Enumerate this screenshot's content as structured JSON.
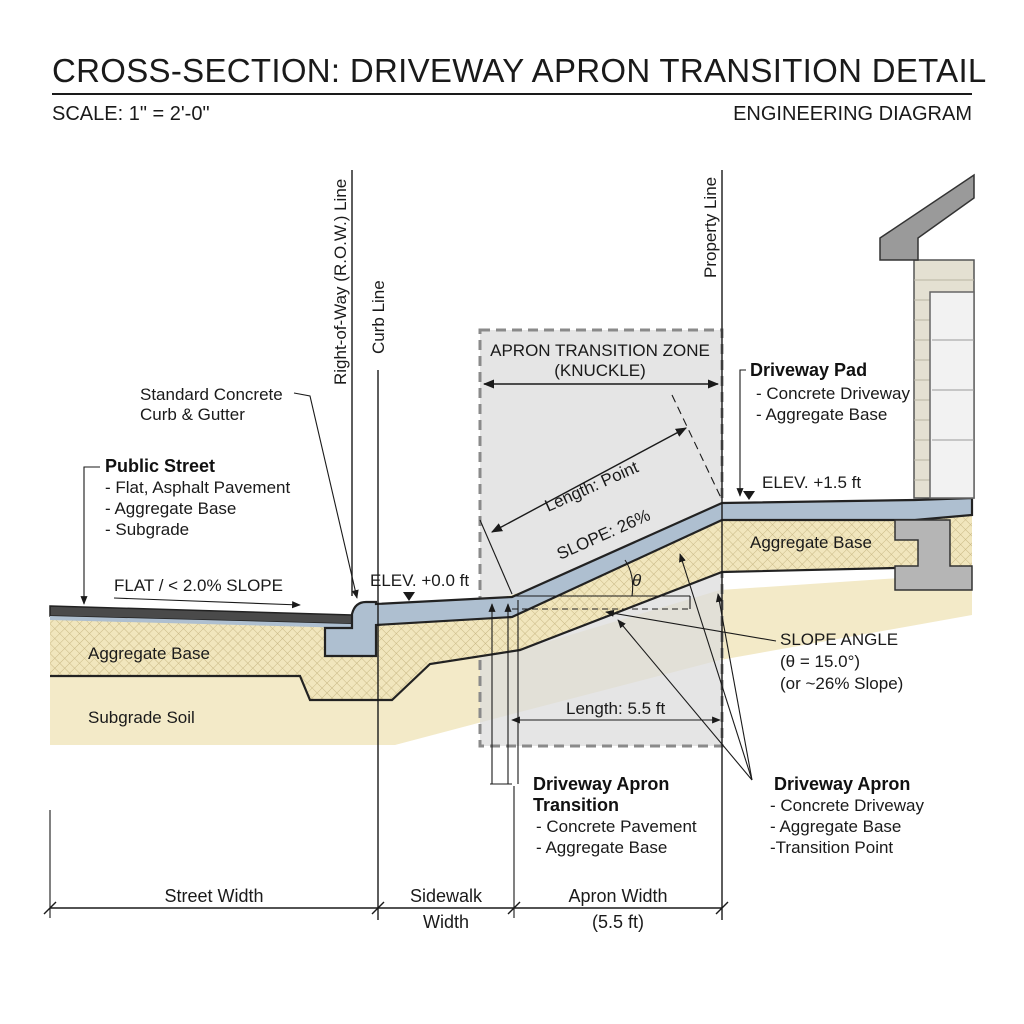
{
  "header": {
    "title": "CROSS-SECTION: DRIVEWAY APRON TRANSITION DETAIL",
    "scale": "SCALE: 1\" = 2'-0\"",
    "type_label": "ENGINEERING DIAGRAM"
  },
  "lines": {
    "row": "Right-of-Way (R.O.W.) Line",
    "curb": "Curb Line",
    "property": "Property Line"
  },
  "zone": {
    "line1": "APRON TRANSITION ZONE",
    "line2": "(KNUCKLE)"
  },
  "labels": {
    "curb_gutter_1": "Standard Concrete",
    "curb_gutter_2": "Curb & Gutter",
    "street_title": "Public Street",
    "street_items": [
      "- Flat, Asphalt Pavement",
      "- Aggregate Base",
      "- Subgrade"
    ],
    "flat_slope": "FLAT / < 2.0% SLOPE",
    "elev_0": "ELEV. +0.0 ft",
    "elev_15": "ELEV. +1.5 ft",
    "pad_title": "Driveway Pad",
    "pad_items": [
      "- Concrete Driveway",
      "- Aggregate Base"
    ],
    "length_point": "Length: Point",
    "slope_pct": "SLOPE: 26%",
    "theta": "θ",
    "aggregate_left": "Aggregate Base",
    "aggregate_right": "Aggregate Base",
    "subgrade": "Subgrade Soil",
    "slope_angle_1": "SLOPE ANGLE",
    "slope_angle_2": "(θ = 15.0°)",
    "slope_angle_3": "(or ~26% Slope)",
    "length_55": "Length: 5.5 ft",
    "transition_title_1": "Driveway Apron",
    "transition_title_2": "Transition",
    "transition_items": [
      "- Concrete Pavement",
      "- Aggregate Base"
    ],
    "apron_title": "Driveway Apron",
    "apron_items": [
      "- Concrete Driveway",
      "- Aggregate Base",
      "-Transition Point"
    ]
  },
  "dimensions": {
    "street_width": "Street Width",
    "sidewalk_1": "Sidewalk",
    "sidewalk_2": "Width",
    "apron_1": "Apron Width",
    "apron_2": "(5.5 ft)"
  },
  "colors": {
    "concrete": "#aebfd0",
    "asphalt": "#4a4a4a",
    "aggregate": "#f1e6bd",
    "subgrade": "#f3eac8",
    "zone": "#dcdcdc",
    "house_siding": "#e4e0d2",
    "foundation": "#b5b5b5"
  }
}
